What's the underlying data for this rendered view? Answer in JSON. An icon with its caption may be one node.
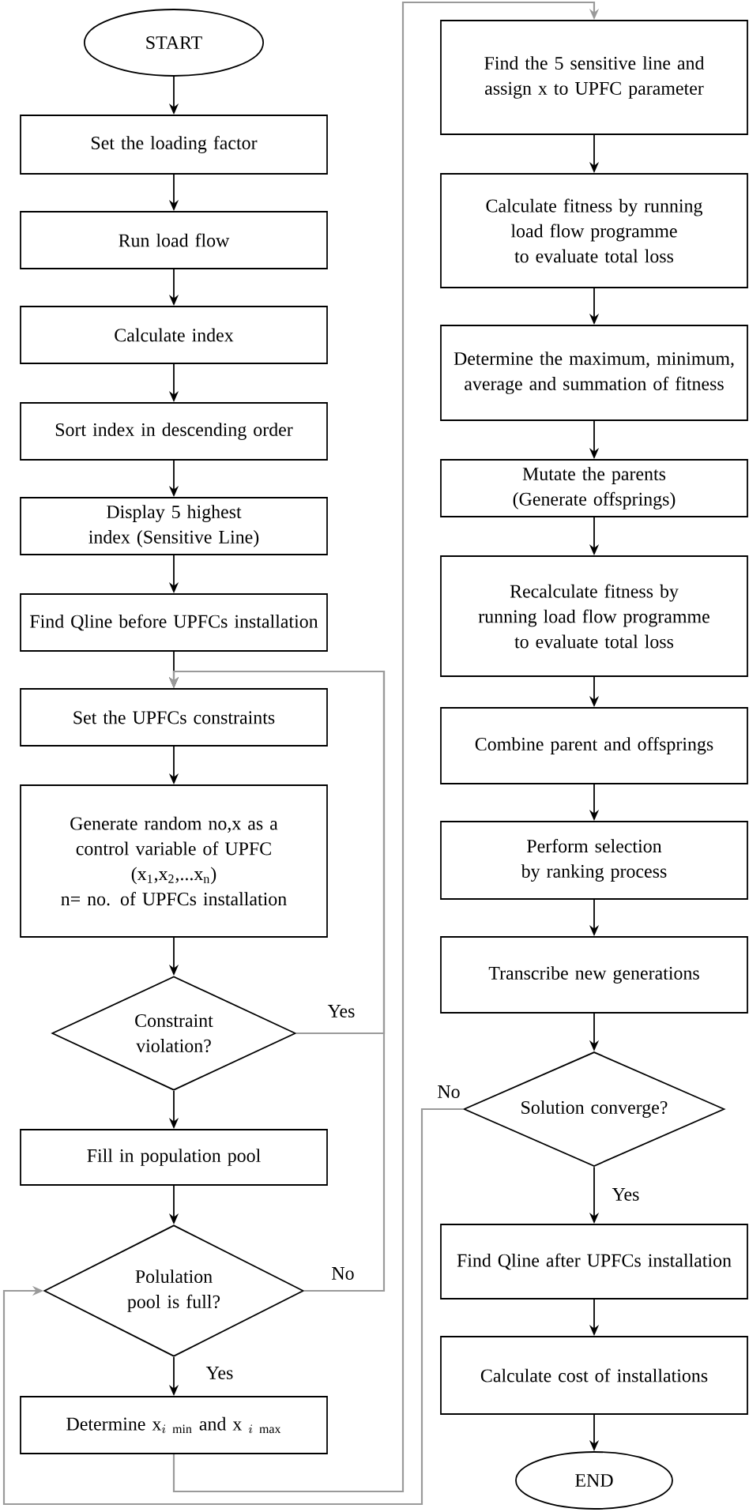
{
  "diagram": {
    "nodes": [
      {
        "text": [
          "START"
        ]
      },
      {
        "text": [
          "Set the loading factor"
        ]
      },
      {
        "text": [
          "Run load flow"
        ]
      },
      {
        "text": [
          "Calculate index"
        ]
      },
      {
        "text": [
          "Sort index in descending order"
        ]
      },
      {
        "text": [
          "Display 5 highest index (Sensitive Line)"
        ]
      },
      {
        "text": [
          "Find Qline before UPFCs installation"
        ]
      },
      {
        "text": [
          "Set the UPFCs constraints"
        ]
      },
      {
        "text": [
          "Generate random no,x as a control variable of UPFC",
          "(x$_{1}$,x$_{2}$,...x$_{n}$)",
          "n= no. of UPFCs installation"
        ]
      },
      {
        "text": [
          "Constraint violation?"
        ]
      },
      {
        "text": [
          "Fill in population pool"
        ]
      },
      {
        "text": [
          "Polulation pool is full?"
        ]
      },
      {
        "text": [
          "\\mbox{Determine x}_{i\\ \\mathrm{min}}\\mbox{ and x}_{\\ i\\ \\mathrm{max}}"
        ]
      },
      {
        "text": [
          "Find the 5 sensitive line and assign x to UPFC parameter"
        ]
      },
      {
        "text": [
          "Calculate fitness by running load flow programme to evaluate total loss"
        ]
      },
      {
        "text": [
          "Determine the maximum, minimum, average and summation of fitness"
        ]
      },
      {
        "text": [
          "Mutate the parents (Generate offsprings)"
        ]
      },
      {
        "text": [
          "Recalculate fitness by running load flow programme to evaluate total loss"
        ]
      },
      {
        "text": [
          "Combine parent and offsprings"
        ]
      },
      {
        "text": [
          "Perform selection by ranking process"
        ]
      },
      {
        "text": [
          "Transcribe new generations"
        ]
      },
      {
        "text": [
          "Solution converge?"
        ]
      },
      {
        "text": [
          "Find Qline after UPFCs installation"
        ]
      },
      {
        "text": [
          "Calculate cost of installations"
        ]
      },
      {
        "text": [
          "END"
        ]
      }
    ],
    "edges": [
      {
        "from": 0,
        "to": 1,
        "arrow": "to"
      },
      {
        "from": 1,
        "to": 2,
        "arrow": "to"
      },
      {
        "from": 2,
        "to": 3,
        "arrow": "to"
      },
      {
        "from": 3,
        "to": 4,
        "arrow": "to"
      },
      {
        "from": 4,
        "to": 5,
        "arrow": "to"
      },
      {
        "from": 5,
        "to": 6,
        "arrow": "to"
      },
      {
        "from": 6,
        "to": 7,
        "arrow": "to"
      },
      {
        "from": 7,
        "to": 8,
        "arrow": "to"
      },
      {
        "from": 8,
        "to": 9,
        "arrow": "to"
      },
      {
        "from": 9,
        "to": 7,
        "arrow": "to",
        "label": "Yes",
        "color": "#9a9a9a"
      },
      {
        "from": 9,
        "to": 10,
        "arrow": "to"
      },
      {
        "from": 10,
        "to": 11,
        "arrow": "to"
      },
      {
        "from": 11,
        "to": 7,
        "arrow": "to",
        "label": "No",
        "color": "#9a9a9a"
      },
      {
        "from": 11,
        "to": 12,
        "arrow": "to",
        "label": "Yes"
      },
      {
        "from": 12,
        "to": 13,
        "arrow": "to",
        "color": "#9a9a9a"
      },
      {
        "from": 13,
        "to": 14,
        "arrow": "to"
      },
      {
        "from": 14,
        "to": 15,
        "arrow": "to"
      },
      {
        "from": 15,
        "to": 16,
        "arrow": "to"
      },
      {
        "from": 16,
        "to": 17,
        "arrow": "to"
      },
      {
        "from": 17,
        "to": 18,
        "arrow": "to"
      },
      {
        "from": 18,
        "to": 19,
        "arrow": "to"
      },
      {
        "from": 19,
        "to": 20,
        "arrow": "to"
      },
      {
        "from": 20,
        "to": 21,
        "arrow": "to"
      },
      {
        "from": 21,
        "to": 11,
        "arrow": "to",
        "label": "No",
        "color": "#9a9a9a"
      },
      {
        "from": 21,
        "to": 22,
        "arrow": "to",
        "label": "Yes"
      },
      {
        "from": 22,
        "to": 23,
        "arrow": "to"
      },
      {
        "from": 23,
        "to": 24,
        "arrow": "to"
      }
    ]
  }
}
